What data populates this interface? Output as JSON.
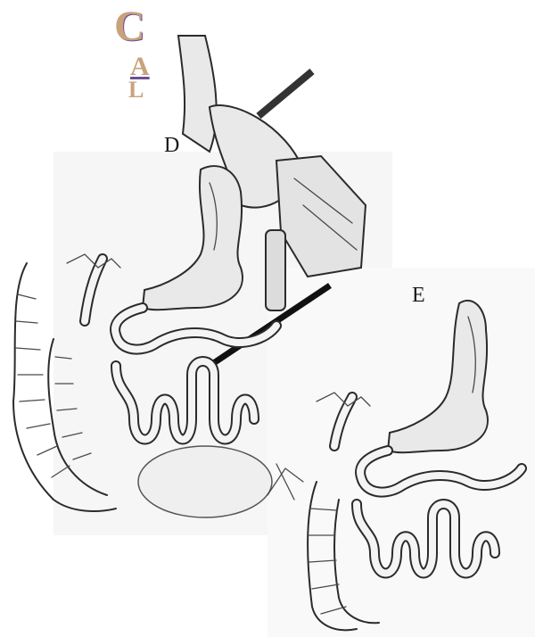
{
  "figure": {
    "labels": {
      "c": "C",
      "a": "A",
      "l": "L",
      "d": "D",
      "e": "E"
    }
  }
}
